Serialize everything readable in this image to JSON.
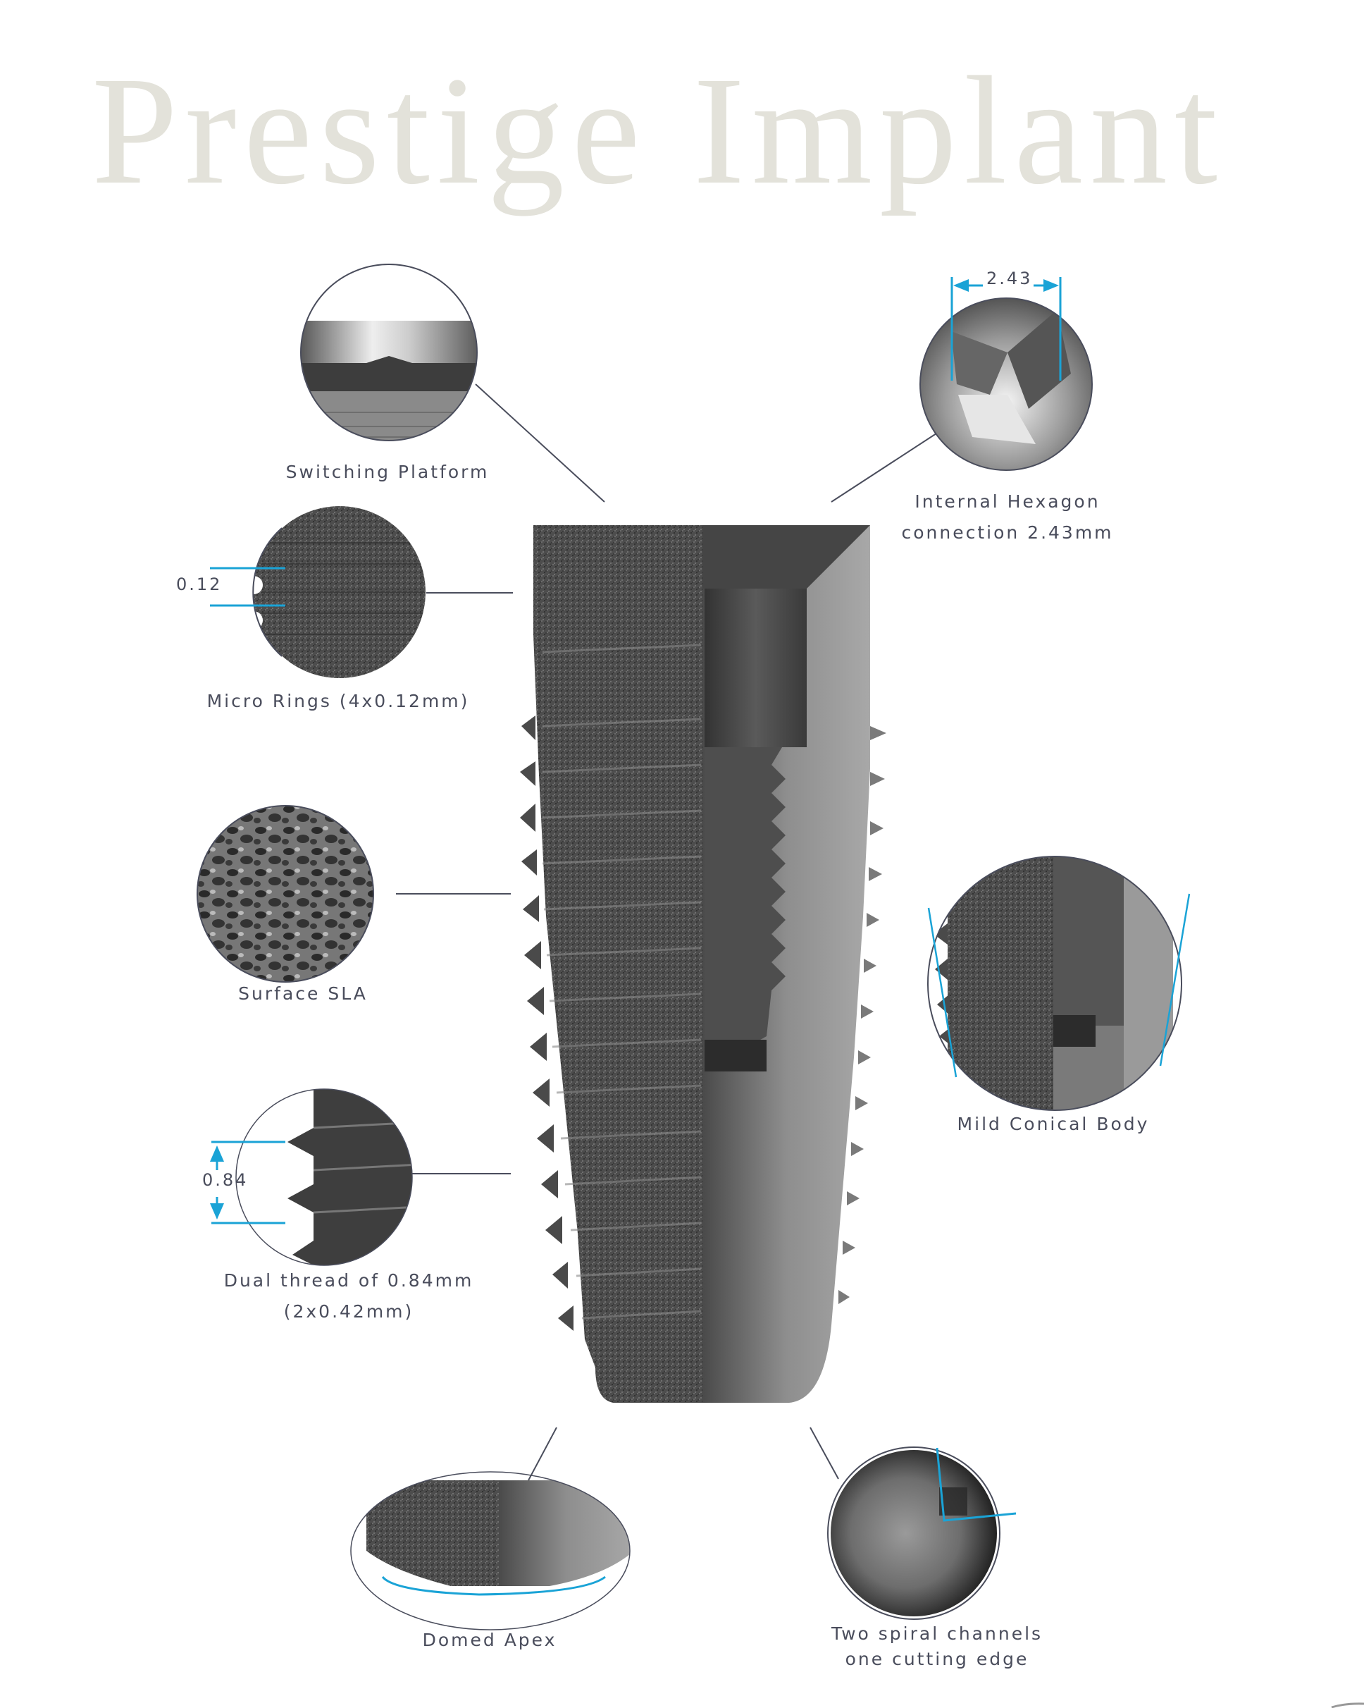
{
  "title": "Prestige Implant",
  "colors": {
    "title": "#e3e2da",
    "label_text": "#4a4d5c",
    "leader_line": "#4a4d5c",
    "dimension_accent": "#1aa3d6"
  },
  "callouts": [
    {
      "id": "switching-platform",
      "label_lines": [
        "Switching Platform"
      ]
    },
    {
      "id": "internal-hexagon",
      "label_lines": [
        "Internal Hexagon",
        "connection 2.43mm"
      ],
      "dimension": "2.43"
    },
    {
      "id": "micro-rings",
      "label_lines": [
        "Micro Rings (4x0.12mm)"
      ],
      "dimension": "0.12"
    },
    {
      "id": "surface-sla",
      "label_lines": [
        "Surface SLA"
      ]
    },
    {
      "id": "mild-conical-body",
      "label_lines": [
        "Mild Conical Body"
      ]
    },
    {
      "id": "dual-thread",
      "label_lines": [
        "Dual thread of 0.84mm",
        "(2x0.42mm)"
      ],
      "dimension": "0.84"
    },
    {
      "id": "domed-apex",
      "label_lines": [
        "Domed Apex"
      ]
    },
    {
      "id": "spiral-channels",
      "label_lines": [
        "Two spiral channels",
        "one cutting edge"
      ]
    }
  ]
}
